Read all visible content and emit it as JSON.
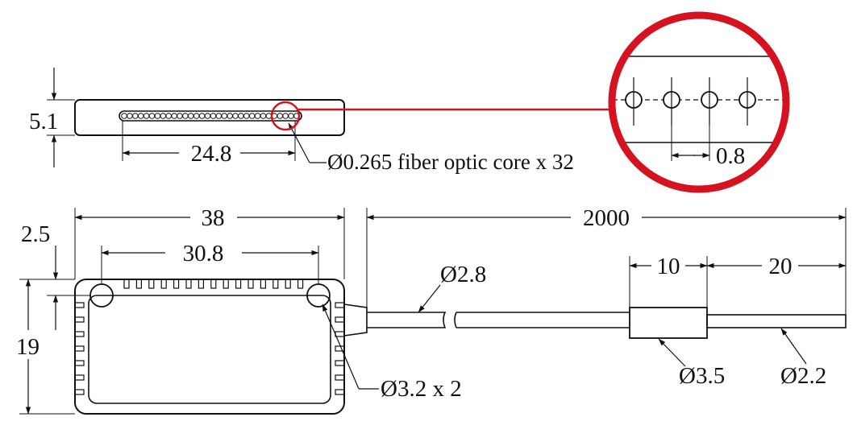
{
  "colors": {
    "ink": "#111111",
    "highlight": "#d5121f"
  },
  "top_view": {
    "thickness": "5.1",
    "core_width": "24.8",
    "fiber_note": "Ø0.265 fiber optic core x 32"
  },
  "detail": {
    "pitch": "0.8"
  },
  "front_view": {
    "width": "38",
    "hole_spacing": "30.8",
    "hole_offset": "2.5",
    "height": "19",
    "hole_note": "Ø3.2 x 2"
  },
  "cable": {
    "length": "2000",
    "jacket_dia": "Ø2.8",
    "sleeve_length": "10",
    "tail_length": "20",
    "sleeve_dia": "Ø3.5",
    "tail_dia": "Ø2.2"
  }
}
